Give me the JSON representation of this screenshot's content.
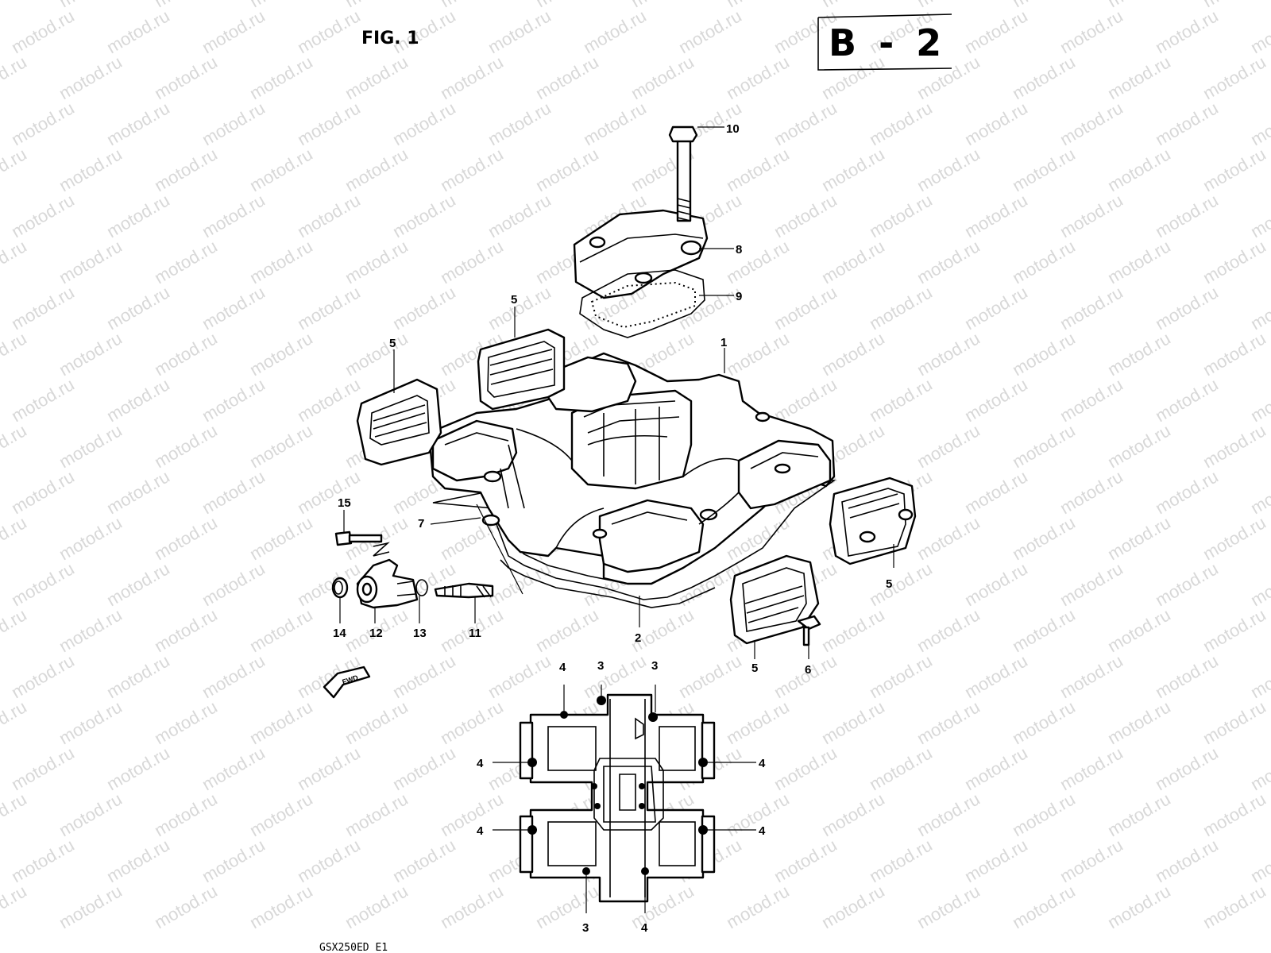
{
  "header": {
    "figure_label": "FIG. 1",
    "section_code": "B - 2"
  },
  "watermark": {
    "text": "motod.ru"
  },
  "footer": {
    "model_code": "GSX250ED E1"
  },
  "callouts": {
    "c10": "10",
    "c8": "8",
    "c9": "9",
    "c1": "1",
    "c5_top": "5",
    "c5_left": "5",
    "c5_right": "5",
    "c5_bottom": "5",
    "c15": "15",
    "c7": "7",
    "c14": "14",
    "c12": "12",
    "c13": "13",
    "c11": "11",
    "c2": "2",
    "c6": "6",
    "p_top_4": "4",
    "p_top_3a": "3",
    "p_top_3b": "3",
    "p_left_4a": "4",
    "p_right_4a": "4",
    "p_left_4b": "4",
    "p_right_4b": "4",
    "p_bottom_3": "3",
    "p_bottom_4": "4"
  },
  "fwd_arrow": {
    "text": "FWD"
  }
}
